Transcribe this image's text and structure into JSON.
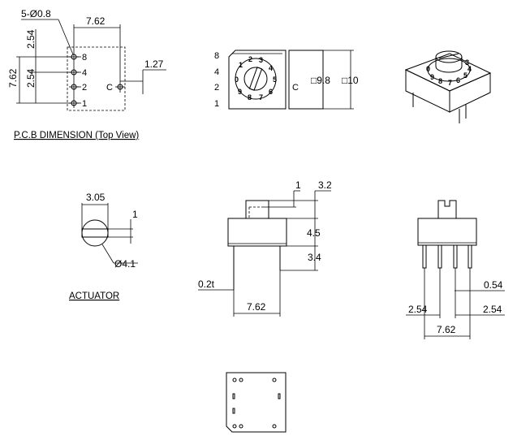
{
  "pcb_view": {
    "caption": "P.C.B DIMENSION (Top View)",
    "hole_callout": "5-Ø0.8",
    "dim_width": "7.62",
    "dim_height": "7.62",
    "dim_pitch_top": "2.54",
    "dim_pitch_mid": "2.54",
    "dim_c_offset": "1.27",
    "pin_labels": [
      "8",
      "4",
      "2",
      "1"
    ],
    "common_label": "C"
  },
  "front_view": {
    "pin_labels": [
      "8",
      "4",
      "2",
      "1"
    ],
    "common_label": "C",
    "dial_numbers": [
      "0",
      "1",
      "2",
      "3",
      "4",
      "5",
      "6",
      "7",
      "8",
      "9"
    ],
    "dim_body": "□9.8",
    "dim_outer": "□10"
  },
  "actuator_view": {
    "caption": "ACTUATOR",
    "dim_slot_width": "3.05",
    "dim_slot": "1",
    "dim_diameter": "Ø4.1"
  },
  "side_view": {
    "dim_knob": "1",
    "dim_top": "3.2",
    "dim_body": "4.5",
    "dim_pin": "3.4",
    "dim_thickness": "0.2t",
    "dim_pitch": "7.62"
  },
  "end_view": {
    "dim_pin_width": "0.54",
    "dim_left": "2.54",
    "dim_right": "2.54",
    "dim_pitch": "7.62"
  },
  "colors": {
    "ink": "#000000",
    "paper": "#ffffff",
    "body_fill": "#ffffff",
    "knob_shade": "#d8d8d8"
  }
}
